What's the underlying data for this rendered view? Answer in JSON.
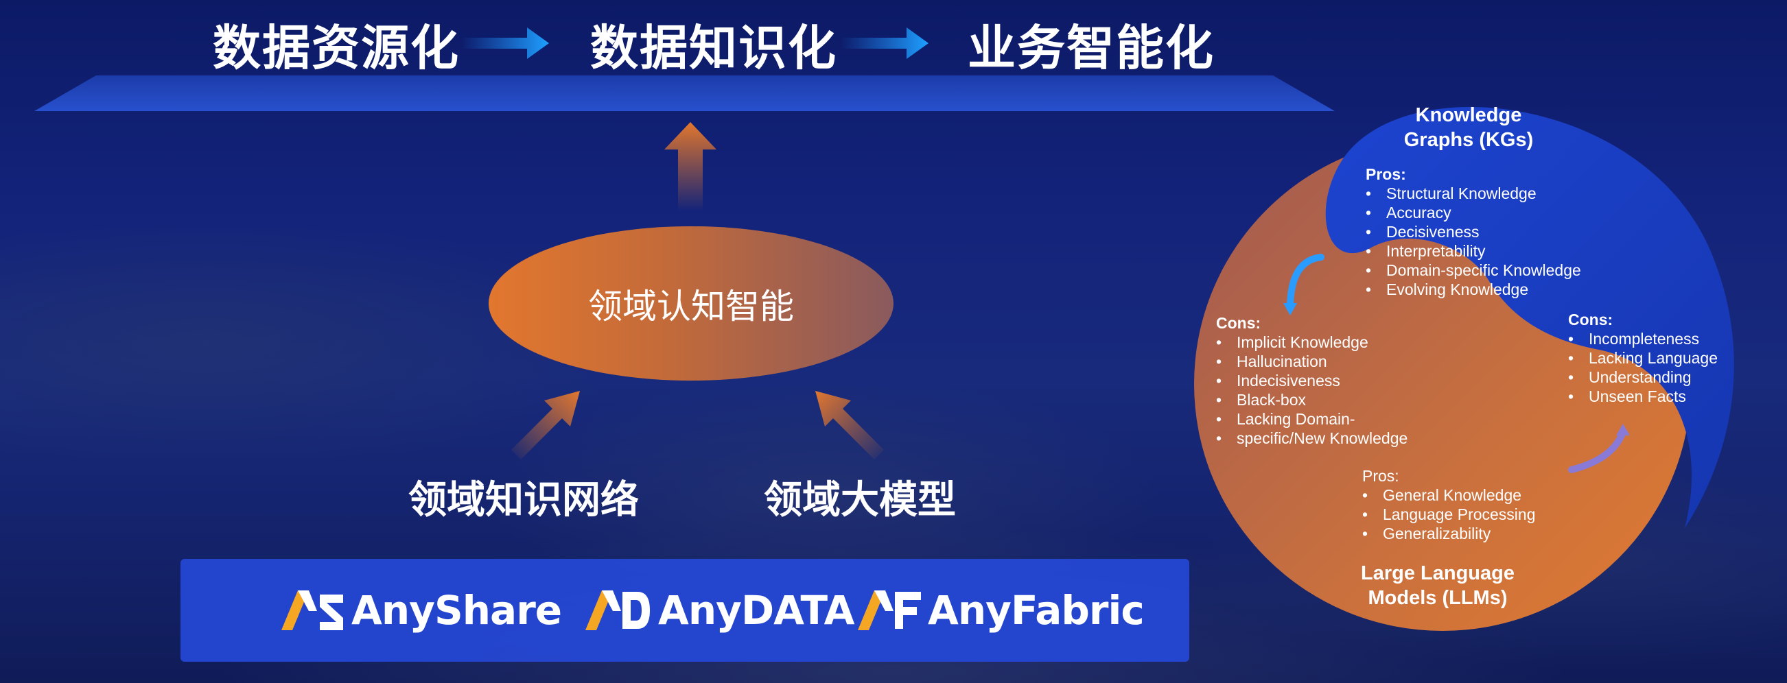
{
  "stages": [
    "数据资源化",
    "数据知识化",
    "业务智能化"
  ],
  "core": "领域认知智能",
  "sources": [
    "领域知识网络",
    "领域大模型"
  ],
  "products": [
    "AnyShare",
    "AnyDATA",
    "AnyFabric"
  ],
  "kg": {
    "title_line1": "Knowledge",
    "title_line2": "Graphs (KGs)",
    "pros_title": "Pros:",
    "pros": [
      "Structural Knowledge",
      "Accuracy",
      "Decisiveness",
      "Interpretability",
      "Domain-specific Knowledge",
      "Evolving Knowledge"
    ],
    "cons_title": "Cons:",
    "cons": [
      "Incompleteness",
      "Lacking Language",
      "Understanding",
      "Unseen Facts"
    ]
  },
  "llm": {
    "title_line1": "Large Language",
    "title_line2": "Models (LLMs)",
    "pros_title": "Pros:",
    "pros": [
      "General Knowledge",
      "Language Processing",
      "Generalizability"
    ],
    "cons_title": "Cons:",
    "cons": [
      "Implicit Knowledge",
      "Hallucination",
      "Indecisiveness",
      "Black-box",
      "Lacking Domain-",
      "specific/New Knowledge"
    ]
  },
  "colors": {
    "orange": "#e2772e",
    "blue": "#1f4bd8",
    "navy": "#13237a"
  }
}
